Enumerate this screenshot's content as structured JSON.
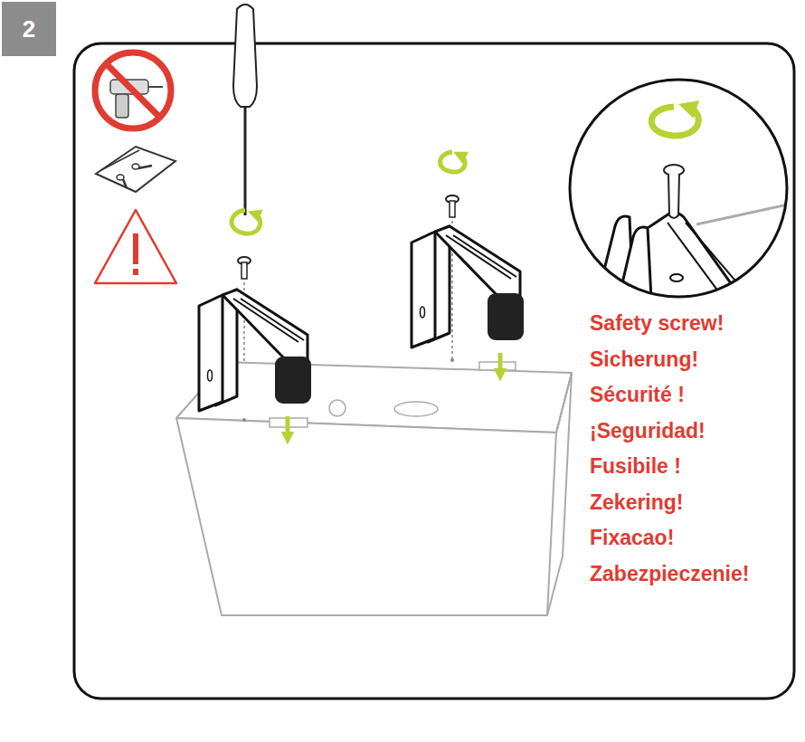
{
  "diagram": {
    "nodes": [
      {
        "text": [
          "2"
        ]
      }
    ],
    "labels": [
      "Safety screw!",
      "Sicherung!",
      "Sécurité !",
      "¡Seguridad!",
      "Fusibile !",
      "Zekering!",
      "Fixacao!",
      "Zabezpieczenie!"
    ]
  }
}
